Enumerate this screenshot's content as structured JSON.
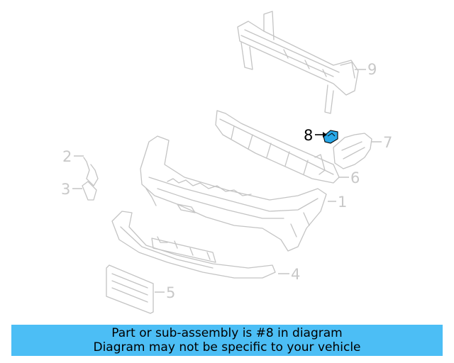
{
  "callouts": {
    "c1": "1",
    "c2": "2",
    "c3": "3",
    "c4": "4",
    "c5": "5",
    "c6": "6",
    "c7": "7",
    "c8": "8",
    "c9": "9"
  },
  "highlighted_part": "8",
  "colors": {
    "highlight": "#29a8e8",
    "banner": "#4cbef5",
    "line_art": "#c4c4c4"
  },
  "banner": {
    "line1": "Part or sub-assembly is #8 in diagram",
    "line2": "Diagram may not be specific to your vehicle"
  }
}
